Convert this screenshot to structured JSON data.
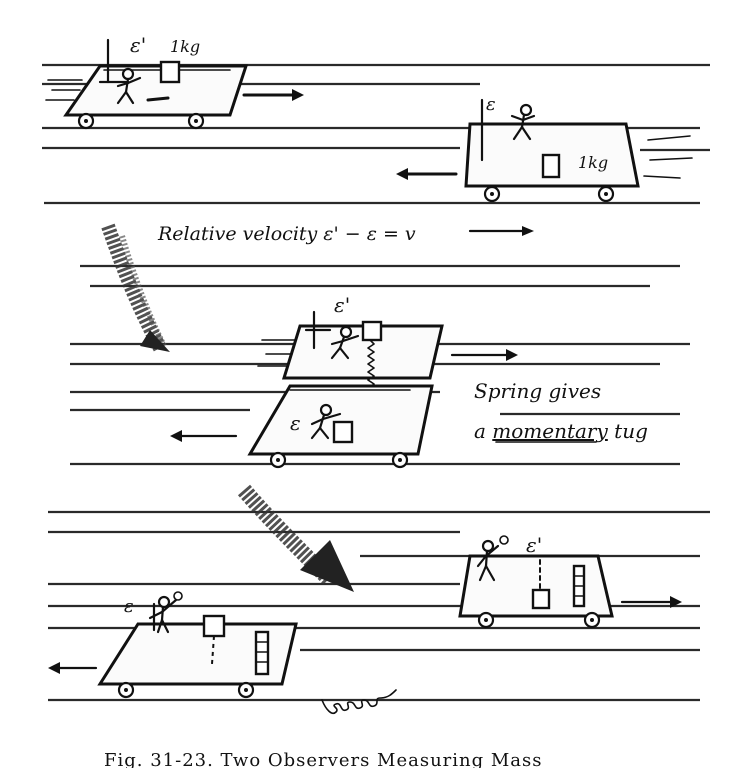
{
  "labels": {
    "top_left_frame": "ε'",
    "top_left_mass": "1kg",
    "top_right_frame": "ε",
    "top_right_mass": "1kg",
    "relative_velocity": "Relative velocity  ε' − ε = v",
    "mid_upper_frame": "ε'",
    "mid_lower_frame": "ε",
    "spring_line1": "Spring gives",
    "spring_line2_a": "a ",
    "spring_line2_b": "momentary",
    "spring_line2_c": " tug",
    "bottom_left_frame": "ε",
    "bottom_right_frame": "ε'",
    "caption": "Fig. 31-23. Two Observers Measuring Mass"
  },
  "colors": {
    "ink": "#111111",
    "paper": "#ffffff",
    "shading": "#3a3a3a"
  }
}
